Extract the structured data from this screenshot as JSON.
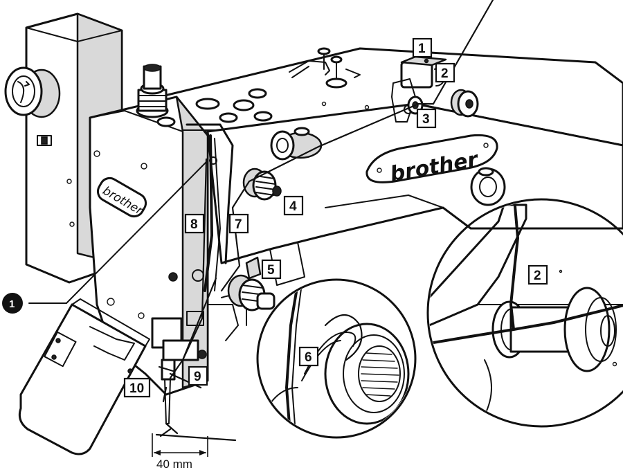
{
  "brand": {
    "arm_logo": "brother",
    "head_logo": "brother"
  },
  "callouts": {
    "c1": "1",
    "c2": "2",
    "c3": "3",
    "c4": "4",
    "c5": "5",
    "c6": "6",
    "c7": "7",
    "c8": "8",
    "c9": "9",
    "c10": "10",
    "c2_detail": "2"
  },
  "badge": "1",
  "measurement": "40 mm"
}
